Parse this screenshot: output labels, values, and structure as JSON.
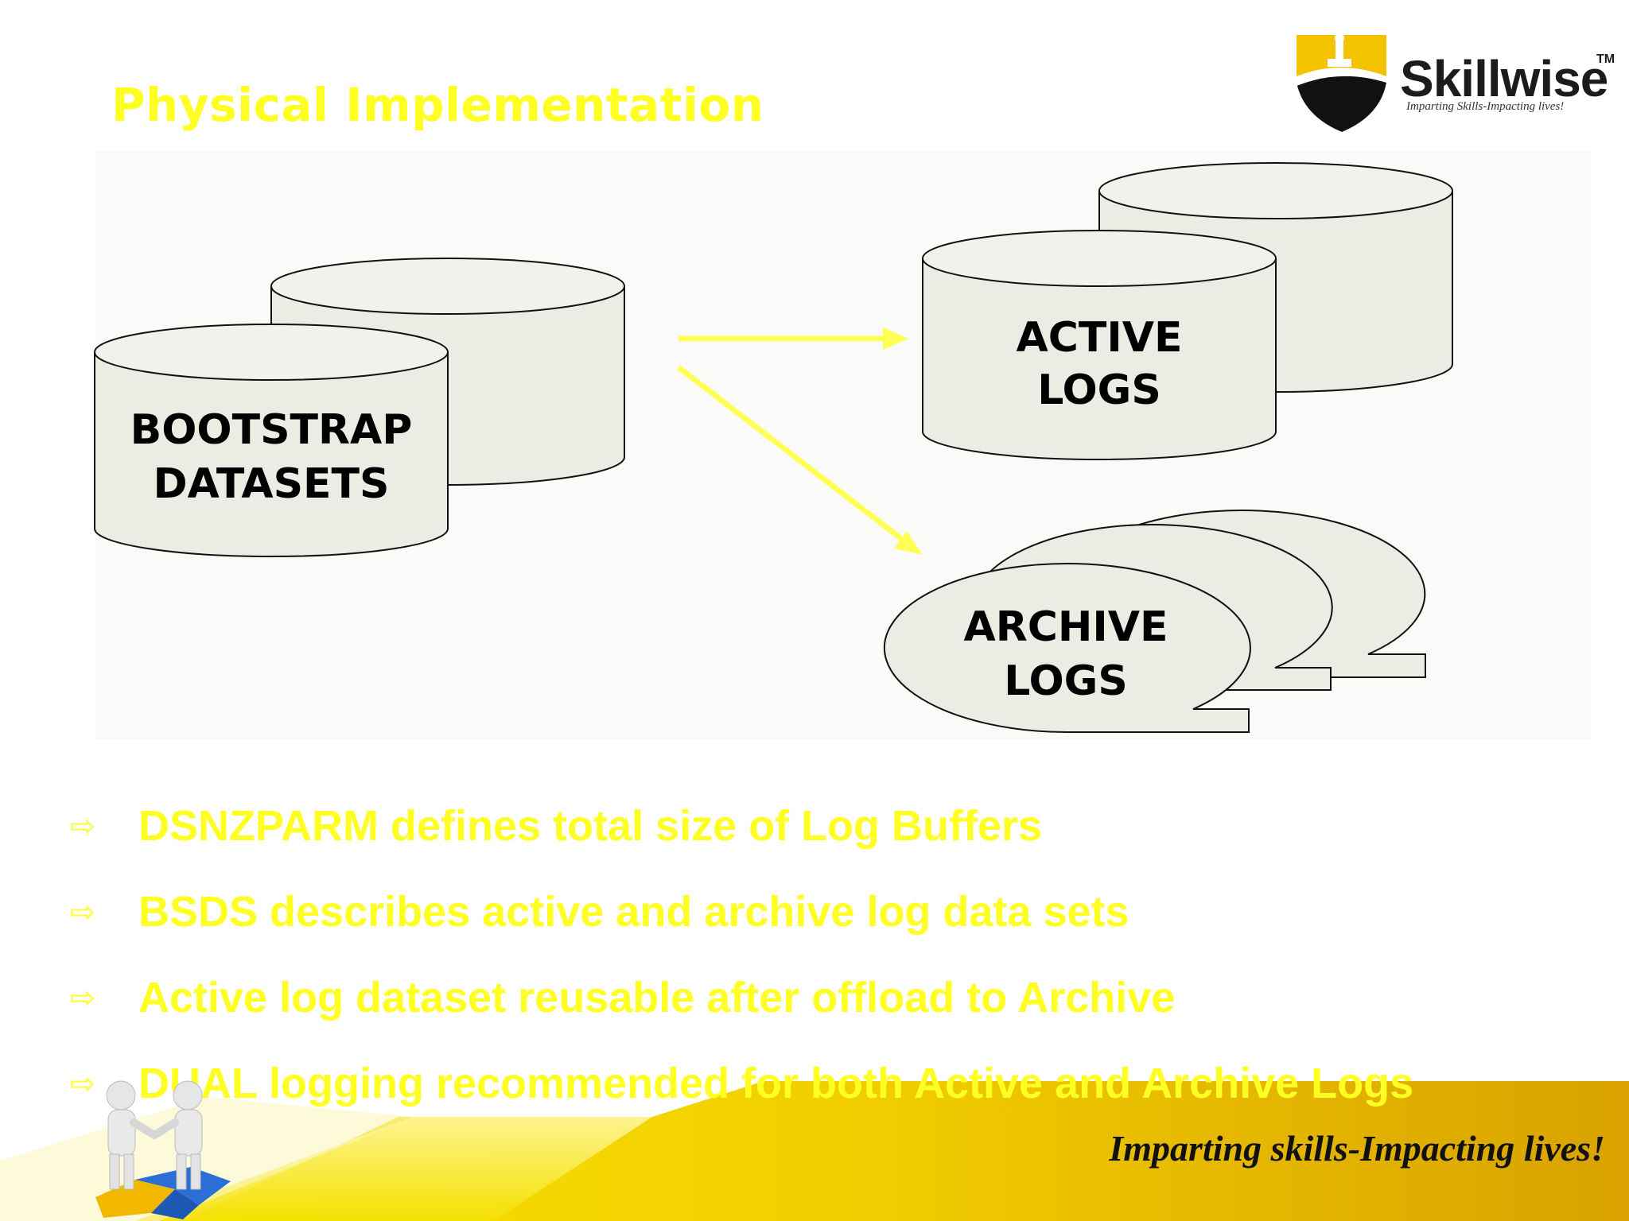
{
  "slide": {
    "title": "Physical Implementation",
    "logo": {
      "name": "Skillwise",
      "trademark": "TM",
      "tagline": "Imparting Skills-Impacting lives!"
    },
    "diagram": {
      "bootstrap": {
        "line1": "BOOTSTRAP",
        "line2": "DATASETS"
      },
      "active": {
        "line1": "ACTIVE",
        "line2": "LOGS"
      },
      "archive": {
        "line1": "ARCHIVE",
        "line2": "LOGS"
      }
    },
    "bullets": [
      "DSNZPARM defines total size of Log Buffers",
      "BSDS describes active and archive log data sets",
      "Active log dataset reusable after offload to Archive",
      "DUAL logging recommended for both Active and Archive Logs"
    ],
    "footer_tagline": "Imparting skills-Impacting lives!",
    "colors": {
      "accent_yellow": "#ffff22",
      "shape_fill": "#ececE4",
      "footer_gold": "#e8b400"
    }
  }
}
